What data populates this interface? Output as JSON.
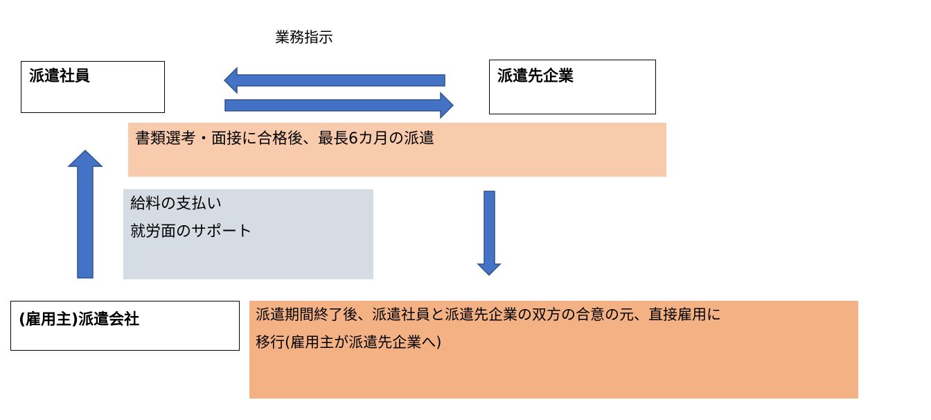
{
  "colors": {
    "arrow_fill": "#4472C4",
    "arrow_stroke": "#2F528F",
    "selection_note_bg": "#F8CBAD",
    "support_note_bg": "#D6DCE4",
    "transition_note_bg": "#F4B183"
  },
  "instruction_label": "業務指示",
  "nodes": {
    "employee": "派遣社員",
    "client_company": "派遣先企業",
    "agency": "(雇用主)派遣会社"
  },
  "notes": {
    "selection": "書類選考・面接に合格後、最長6カ月の派遣",
    "support_lines": [
      "給料の支払い",
      "就労面のサポート"
    ],
    "transition_lines": [
      "派遣期間終了後、派遣社員と派遣先企業の双方の合意の元、直接雇用に",
      "移行(雇用主が派遣先企業へ)"
    ]
  }
}
